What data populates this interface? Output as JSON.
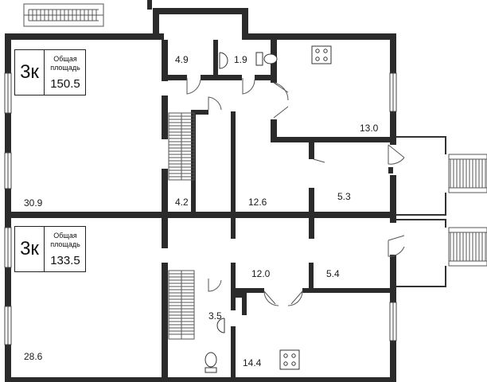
{
  "colors": {
    "wall": "#2b2b2b",
    "line": "#444444",
    "background": "#ffffff"
  },
  "apartments": [
    {
      "rooms": "3к",
      "caption_line1": "Общая",
      "caption_line2": "площадь",
      "area": "150.5"
    },
    {
      "rooms": "3к",
      "caption_line1": "Общая",
      "caption_line2": "площадь",
      "area": "133.5"
    }
  ],
  "room_areas": [
    "4.9",
    "1.9",
    "13.0",
    "30.9",
    "4.2",
    "12.6",
    "5.3",
    "28.6",
    "12.0",
    "5.4",
    "3.5",
    "14.4"
  ],
  "icons": [
    "stove-icon",
    "toilet-icon",
    "sink-icon",
    "staircase-icon",
    "door-swing-icon",
    "window-icon"
  ]
}
